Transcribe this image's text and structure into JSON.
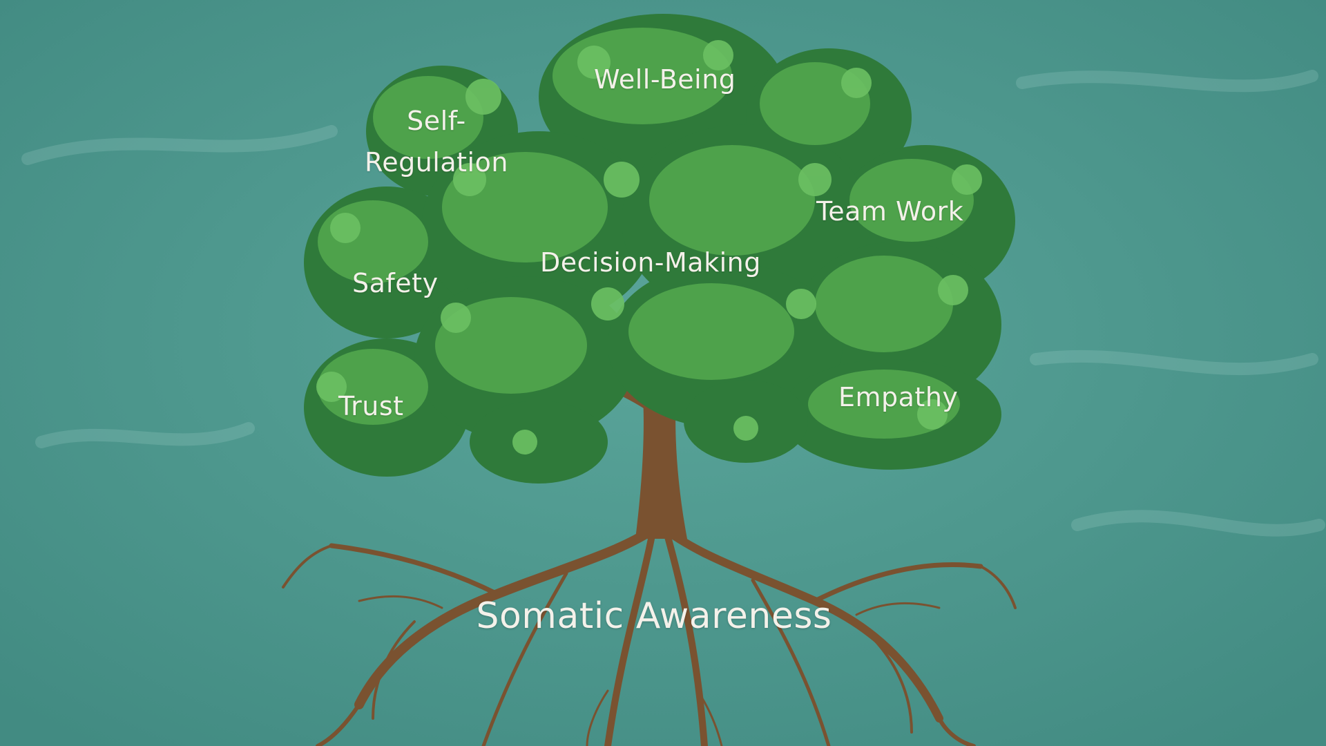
{
  "diagram": {
    "root": "Somatic Awareness",
    "branches": {
      "well_being": "Well-Being",
      "self_regulation": [
        "Self-",
        "Regulation"
      ],
      "team_work": "Team Work",
      "decision_making": "Decision-Making",
      "safety": "Safety",
      "trust": "Trust",
      "empathy": "Empathy"
    }
  },
  "colors": {
    "background": "#4f9a90",
    "leaf_dark": "#2f7a3a",
    "leaf_light": "#5fb35a",
    "trunk": "#7a5230",
    "text": "#f4f1ea"
  }
}
